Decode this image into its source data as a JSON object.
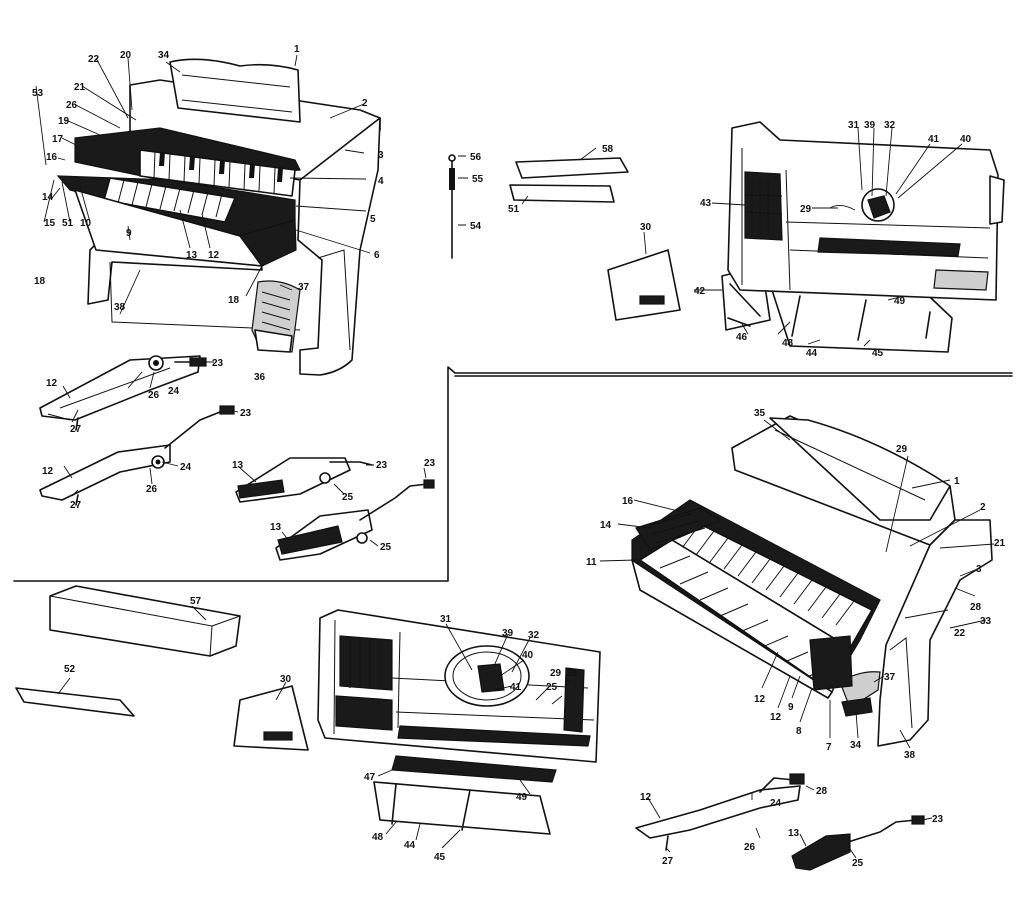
{
  "labels": {
    "l1": "1",
    "l2": "2",
    "l3": "3",
    "l4": "4",
    "l5": "5",
    "l6": "6",
    "l9": "9",
    "l10": "10",
    "l11": "11",
    "l12": "12",
    "l13": "13",
    "l14": "14",
    "l15": "15",
    "l16": "16",
    "l17": "17",
    "l18": "18",
    "l19": "19",
    "l20": "20",
    "l21": "21",
    "l22": "22",
    "l23": "23",
    "l24": "24",
    "l25": "25",
    "l26": "26",
    "l27": "27",
    "l28": "28",
    "l29": "29",
    "l30": "30",
    "l31": "31",
    "l32": "32",
    "l33": "33",
    "l34": "34",
    "l35": "35",
    "l36": "36",
    "l37": "37",
    "l38": "38",
    "l39": "39",
    "l40": "40",
    "l41": "41",
    "l42": "42",
    "l43": "43",
    "l44": "44",
    "l45": "45",
    "l46": "46",
    "l47": "47",
    "l48": "48",
    "l49": "49",
    "l51": "51",
    "l52": "52",
    "l53": "53",
    "l54": "54",
    "l55": "55",
    "l56": "56",
    "l57": "57",
    "l58": "58",
    "l7": "7",
    "l8": "8"
  },
  "colors": {
    "ink": "#111111",
    "paper": "#ffffff"
  }
}
